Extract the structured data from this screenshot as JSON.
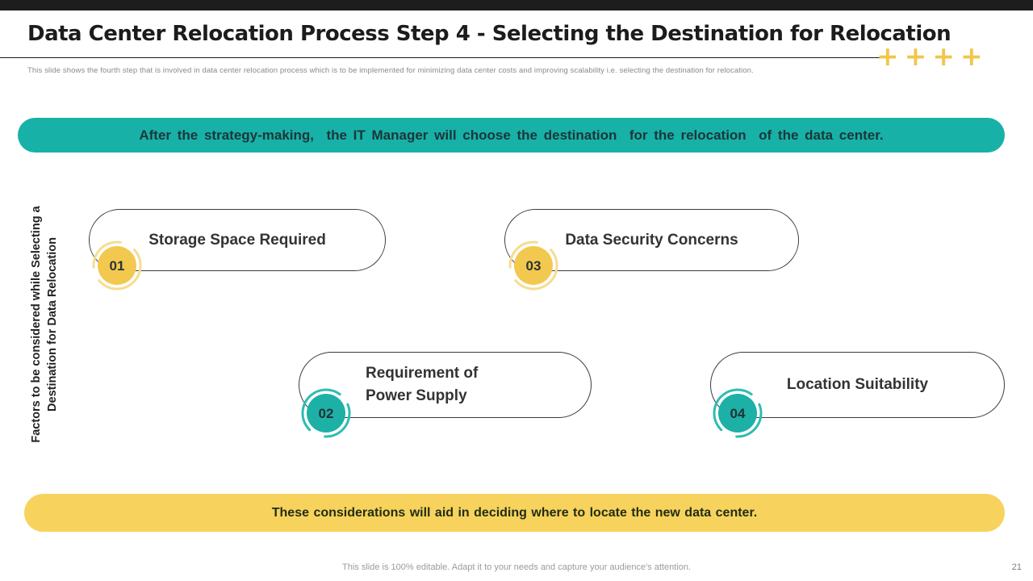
{
  "slide": {
    "title": "Data Center Relocation Process Step 4 - Selecting the Destination for Relocation",
    "subtitle": "This slide shows the fourth step that is involved in data center relocation process which is to be implemented for minimizing data center costs and improving scalability i.e. selecting the destination for relocation.",
    "footer": "This slide is 100% editable. Adapt it to your needs and capture your audience's attention.",
    "page_number": "21"
  },
  "decor": {
    "plus_color": "#f0c64a",
    "plus_signs": [
      "+",
      "+",
      "+",
      "+"
    ]
  },
  "banners": {
    "top": {
      "text": "After the strategy-making,  the IT Manager will choose the destination  for the relocation  of the data center.",
      "color": "#17b1a8"
    },
    "bottom": {
      "text": "These considerations will aid in deciding where to locate the new data center.",
      "color": "#f7d35e"
    }
  },
  "side_label": {
    "line1": "Factors to be considered while Selecting a",
    "line2": "Destination for Data Relocation"
  },
  "factors": [
    {
      "number": "01",
      "label": "Storage Space Required",
      "color": "#f2c94e",
      "ring": "#f6dc92"
    },
    {
      "number": "02",
      "label": "Requirement of Power Supply",
      "color": "#1db0a6",
      "ring": "#2fbcb2"
    },
    {
      "number": "03",
      "label": "Data Security Concerns",
      "color": "#f2c94e",
      "ring": "#f6dc92"
    },
    {
      "number": "04",
      "label": "Location Suitability",
      "color": "#1db0a6",
      "ring": "#2fbcb2"
    }
  ]
}
